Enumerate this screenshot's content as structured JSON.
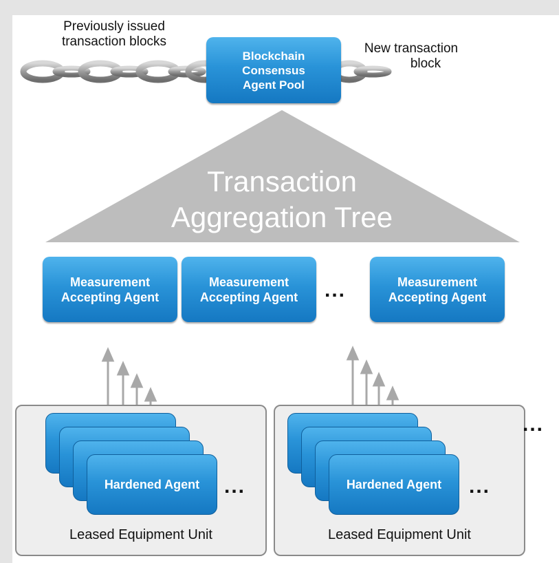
{
  "chain_label_left": [
    "Previously issued",
    "transaction blocks"
  ],
  "chain_label_right": [
    "New transaction",
    "block"
  ],
  "consensus_pool": [
    "Blockchain",
    "Consensus",
    "Agent Pool"
  ],
  "tree_title": [
    "Transaction",
    "Aggregation Tree"
  ],
  "measurement_agents": [
    [
      "Measurement",
      "Accepting Agent"
    ],
    [
      "Measurement",
      "Accepting Agent"
    ],
    [
      "Measurement",
      "Accepting Agent"
    ]
  ],
  "ellipsis": "...",
  "hardened_agent_label": "Hardened Agent",
  "equipment_units": [
    {
      "label": "Leased Equipment Unit"
    },
    {
      "label": "Leased Equipment Unit"
    }
  ],
  "colors": {
    "agent_blue": "#2993d8",
    "tree_gray": "#bdbdbd",
    "chain_gray": "#9a9a9a",
    "arrow_gray": "#a8a8a8"
  }
}
